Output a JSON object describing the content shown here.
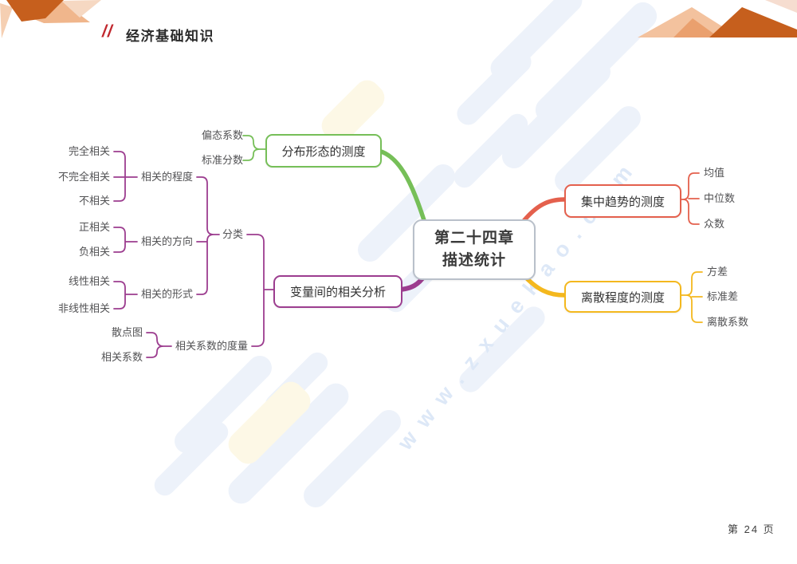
{
  "header": {
    "slashes": "//",
    "title": "经济基础知识"
  },
  "footer": {
    "page_label": "第 24 页"
  },
  "watermark": {
    "url_text": "www.zxuekao.com"
  },
  "colors": {
    "green": "#76bf58",
    "purple": "#9c3d8f",
    "red": "#e4604d",
    "yellow": "#f4b81e",
    "center_border": "#b9c0ca",
    "header_accent": "#c0272d",
    "deco_dark": "#c65f1d",
    "deco_light": "#f3c29e",
    "watermark_blue": "#edf2fa"
  },
  "mindmap": {
    "center": {
      "line1": "第二十四章",
      "line2": "描述统计"
    },
    "branches": [
      {
        "label": "分布形态的测度",
        "children": [
          "偏态系数",
          "标准分数"
        ]
      },
      {
        "label": "变量间的相关分析",
        "classification": {
          "label": "分类",
          "groups": [
            {
              "label": "相关的程度",
              "items": [
                "完全相关",
                "不完全相关",
                "不相关"
              ]
            },
            {
              "label": "相关的方向",
              "items": [
                "正相关",
                "负相关"
              ]
            },
            {
              "label": "相关的形式",
              "items": [
                "线性相关",
                "非线性相关"
              ]
            }
          ]
        },
        "measurement": {
          "label": "相关系数的度量",
          "items": [
            "散点图",
            "相关系数"
          ]
        }
      },
      {
        "label": "集中趋势的测度",
        "children": [
          "均值",
          "中位数",
          "众数"
        ]
      },
      {
        "label": "离散程度的测度",
        "children": [
          "方差",
          "标准差",
          "离散系数"
        ]
      }
    ]
  }
}
